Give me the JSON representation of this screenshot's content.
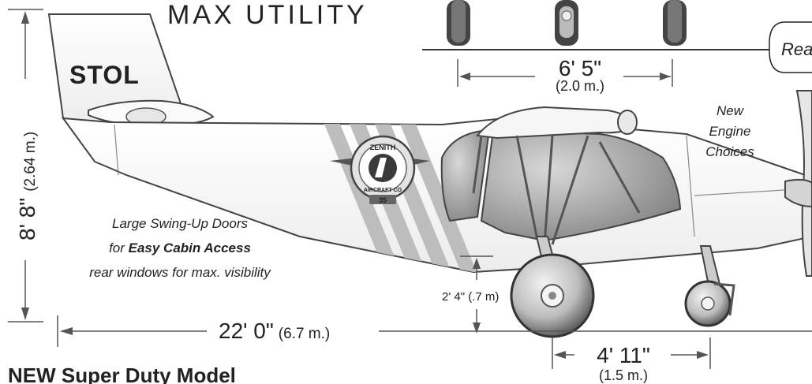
{
  "header": {
    "partial_title": "MAX UTILITY"
  },
  "brand": {
    "tail_logo": "STOL"
  },
  "callout_partial": "Rea",
  "track": {
    "main": "6' 5\"",
    "metric": "(2.0 m.)"
  },
  "height": {
    "main": "8' 8\"",
    "metric": "(2.64 m.)"
  },
  "length": {
    "main": "22' 0\"",
    "metric": "(6.7 m.)"
  },
  "wheelbase": {
    "main": "4' 11\"",
    "metric": "(1.5 m.)"
  },
  "clearance": {
    "label": "2' 4\" (.7 m)"
  },
  "engine_note": {
    "line1": "New",
    "line2": "Engine",
    "line3": "Choices"
  },
  "doors_note": {
    "line1": "Large Swing-Up Doors",
    "line2_prefix": "for ",
    "line2_bold": "Easy Cabin Access",
    "line3": "rear windows for max. visibility"
  },
  "emblem": {
    "top_text": "ZENITH",
    "bottom_text": "AIRCRAFT CO",
    "year": "35"
  },
  "footer": {
    "model_title": "NEW Super Duty Model"
  },
  "colors": {
    "ink": "#222222",
    "fuselage": "#f4f4f4",
    "stripe": "#bdbdbd",
    "window": "#8e8e8e",
    "tire": "#3a3a3a"
  }
}
